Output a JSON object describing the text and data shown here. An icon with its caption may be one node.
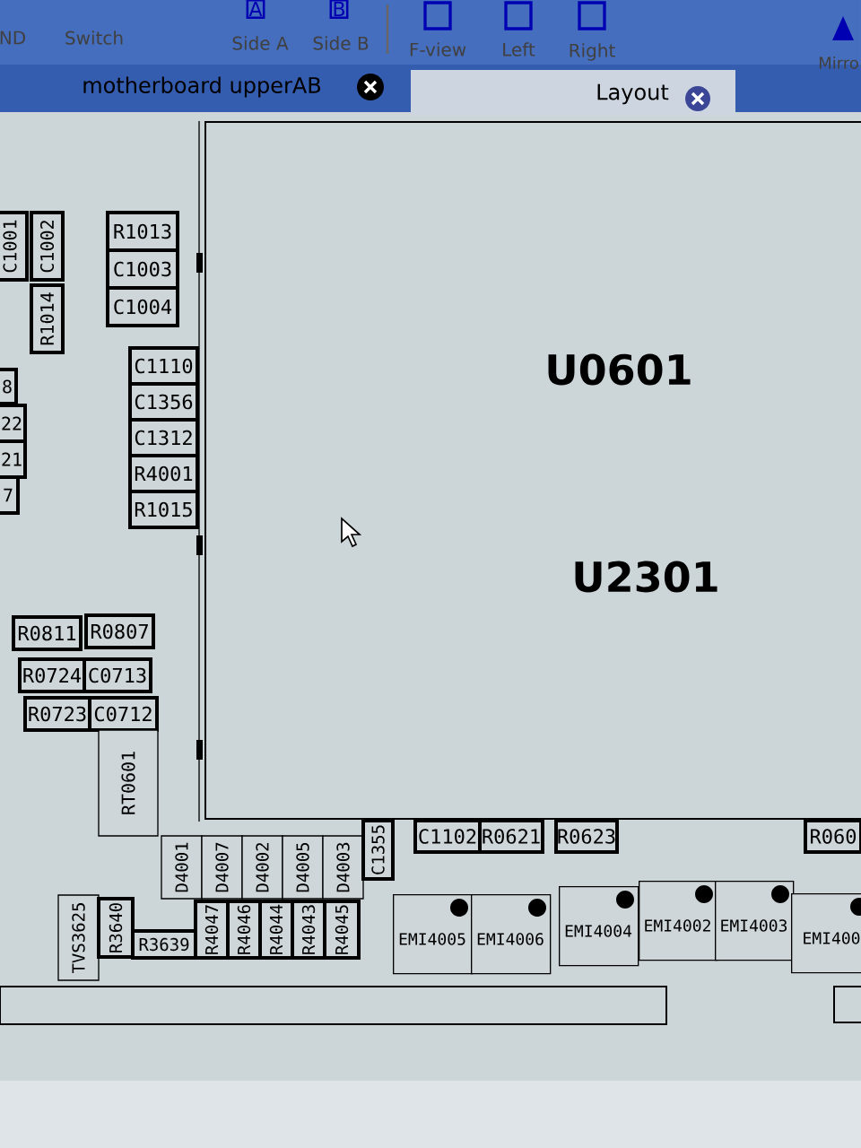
{
  "diagram": {
    "nodes": [
      {
        "text": [
          "C1001"
        ]
      },
      {
        "text": [
          "C1002"
        ]
      },
      {
        "text": [
          "R1014"
        ]
      },
      {
        "text": [
          "R1013"
        ]
      },
      {
        "text": [
          "C1003"
        ]
      },
      {
        "text": [
          "C1004"
        ]
      },
      {
        "text": [
          "C1110"
        ]
      },
      {
        "text": [
          "C1356"
        ]
      },
      {
        "text": [
          "C1312"
        ]
      },
      {
        "text": [
          "R4001"
        ]
      },
      {
        "text": [
          "R1015"
        ]
      },
      {
        "text": [
          "8"
        ]
      },
      {
        "text": [
          "22"
        ]
      },
      {
        "text": [
          "21"
        ]
      },
      {
        "text": [
          "7"
        ]
      },
      {
        "text": [
          "U0601",
          "U2301"
        ]
      },
      {
        "text": [
          "R0811"
        ]
      },
      {
        "text": [
          "R0807"
        ]
      },
      {
        "text": [
          "R0724"
        ]
      },
      {
        "text": [
          "C0713"
        ]
      },
      {
        "text": [
          "R0723"
        ]
      },
      {
        "text": [
          "C0712"
        ]
      },
      {
        "text": [
          "RT0601"
        ]
      },
      {
        "text": [
          "D4001"
        ]
      },
      {
        "text": [
          "D4007"
        ]
      },
      {
        "text": [
          "D4002"
        ]
      },
      {
        "text": [
          "D4005"
        ]
      },
      {
        "text": [
          "D4003"
        ]
      },
      {
        "text": [
          "C1355"
        ]
      },
      {
        "text": [
          "TVS3625"
        ]
      },
      {
        "text": [
          "R3640"
        ]
      },
      {
        "text": [
          "R3639"
        ]
      },
      {
        "text": [
          "R4047"
        ]
      },
      {
        "text": [
          "R4046"
        ]
      },
      {
        "text": [
          "R4044"
        ]
      },
      {
        "text": [
          "R4043"
        ]
      },
      {
        "text": [
          "R4045"
        ]
      },
      {
        "text": [
          "C1102"
        ]
      },
      {
        "text": [
          "R0621"
        ]
      },
      {
        "text": [
          "R0623"
        ]
      },
      {
        "text": [
          "R060"
        ]
      },
      {
        "text": [
          "EMI4005"
        ]
      },
      {
        "text": [
          "EMI4006"
        ]
      },
      {
        "text": [
          "EMI4004"
        ]
      },
      {
        "text": [
          "EMI4002"
        ]
      },
      {
        "text": [
          "EMI4003"
        ]
      },
      {
        "text": [
          "EMI400"
        ]
      }
    ],
    "labels": [
      "ND",
      "Switch",
      "A",
      "Side A",
      "B",
      "Side B",
      "F-view",
      "Left",
      "Right",
      "Mirro",
      "motherboard upperAB",
      "Layout"
    ]
  }
}
